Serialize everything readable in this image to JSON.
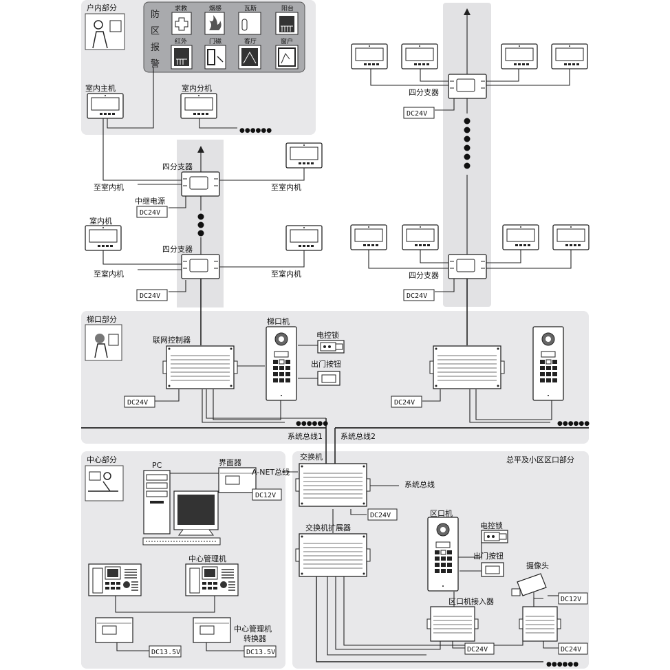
{
  "sections": {
    "household": "户内部分",
    "stairway": "梯口部分",
    "center": "中心部分",
    "main_gate": "总平及小区区口部分"
  },
  "alarm_zone": {
    "title_chars": [
      "防",
      "区",
      "报",
      "警"
    ],
    "sensors": [
      "求救",
      "烟感",
      "瓦斯",
      "阳台",
      "红外",
      "门磁",
      "客厅",
      "窗户"
    ]
  },
  "labels": {
    "indoor_master": "室内主机",
    "indoor_extension": "室内分机",
    "four_splitter": "四分支器",
    "to_indoor": "至室内机",
    "relay_power": "中继电源",
    "indoor_unit": "室内机",
    "network_controller": "联网控制器",
    "stair_unit": "梯口机",
    "electric_lock": "电控锁",
    "exit_button": "出门按钮",
    "system_bus_1": "系统总线1",
    "system_bus_2": "系统总线2",
    "system_bus": "系统总线",
    "pc": "PC",
    "interface": "界面器",
    "anet_bus": "A-NET总线",
    "switch": "交换机",
    "switch_expander": "交换机扩展器",
    "center_manager": "中心管理机",
    "center_converter_1": "中心管理机",
    "center_converter_2": "转换器",
    "gate_unit": "区口机",
    "gate_access": "区口机接入器",
    "camera": "摄像头"
  },
  "power": {
    "dc24": "DC24V",
    "dc12": "DC12V",
    "dc135": "DC13.5V"
  },
  "ellipsis": "●●●●●●"
}
